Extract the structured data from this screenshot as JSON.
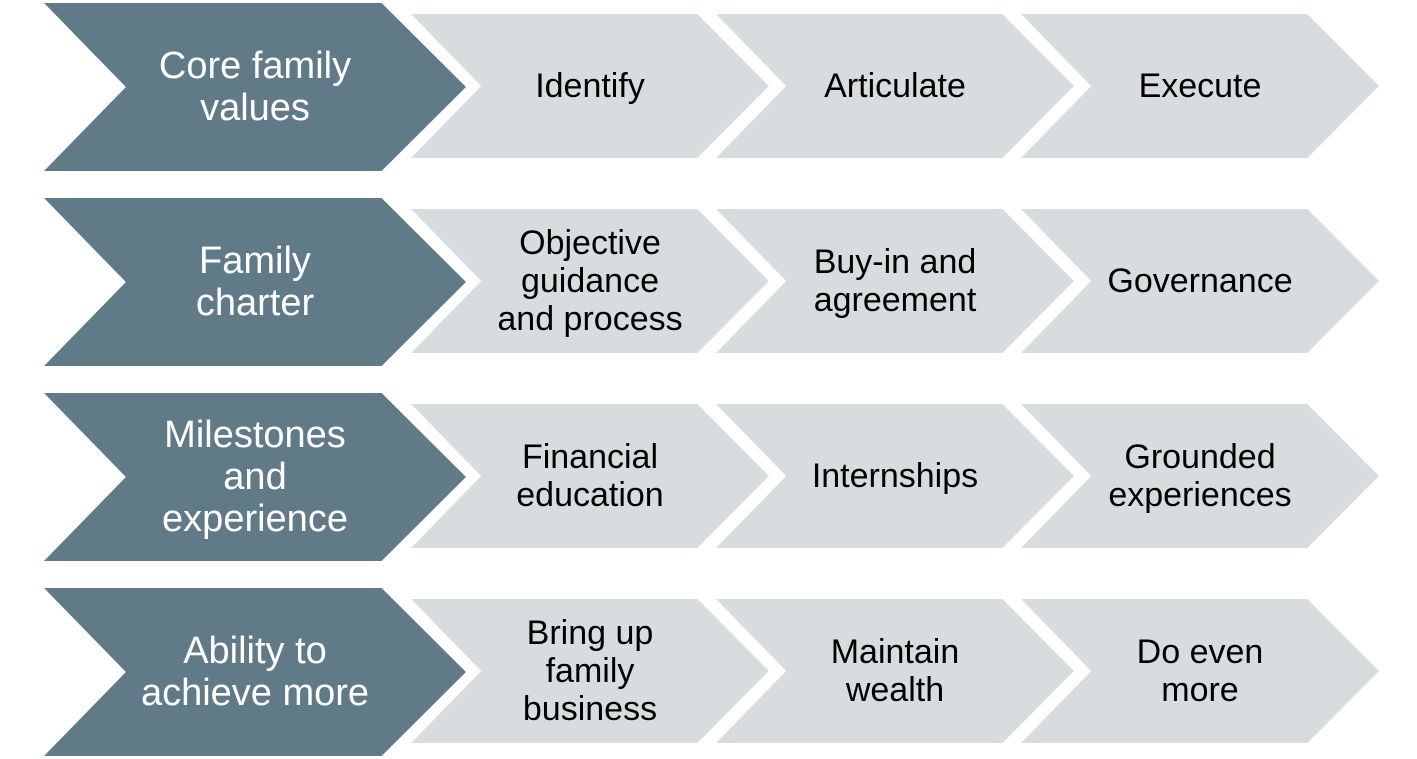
{
  "rows": [
    {
      "lead": "Core family\nvalues",
      "steps": [
        "Identify",
        "Articulate",
        "Execute"
      ]
    },
    {
      "lead": "Family\ncharter",
      "steps": [
        "Objective\nguidance\nand process",
        "Buy-in and\nagreement",
        "Governance"
      ]
    },
    {
      "lead": "Milestones\nand\nexperience",
      "steps": [
        "Financial\neducation",
        "Internships",
        "Grounded\nexperiences"
      ]
    },
    {
      "lead": "Ability to\nachieve more",
      "steps": [
        "Bring up\nfamily\nbusiness",
        "Maintain\nwealth",
        "Do even\nmore"
      ]
    }
  ],
  "colors": {
    "lead_fill": "#607a87",
    "step_fill": "#d7dcde",
    "lead_text": "#ffffff",
    "step_text": "#000000"
  }
}
